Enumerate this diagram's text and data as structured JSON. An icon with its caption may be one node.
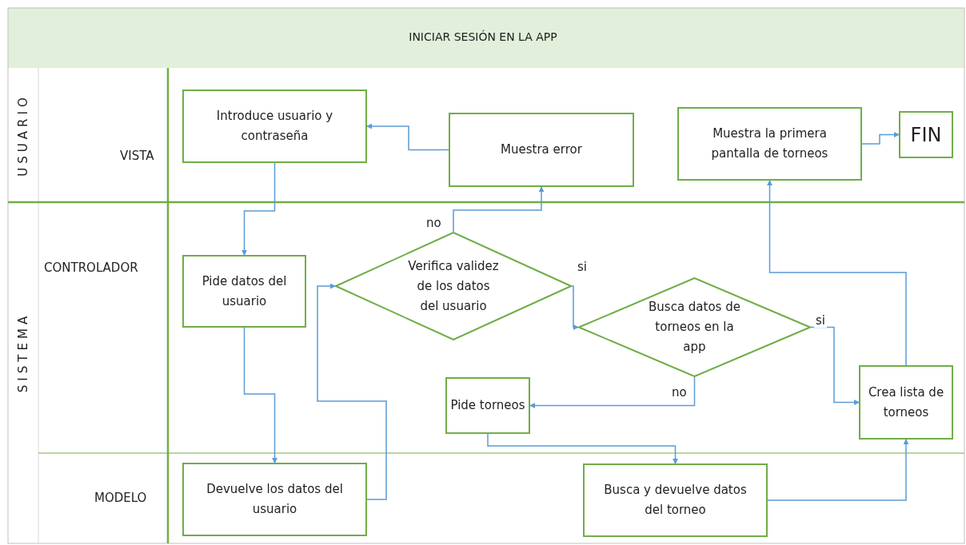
{
  "diagram": {
    "title": "INICIAR SESIÓN EN LA APP",
    "nodes": [
      {
        "text": [
          "Introduce usuario y contraseña"
        ]
      },
      {
        "text": [
          "Muestra error"
        ]
      },
      {
        "text": [
          "Muestra la primera pantalla de torneos"
        ]
      },
      {
        "text": [
          "FIN"
        ]
      },
      {
        "text": [
          "Pide datos del usuario"
        ]
      },
      {
        "text": [
          "Verifica validez de los datos del usuario"
        ]
      },
      {
        "text": [
          "Busca datos de torneos en la app"
        ]
      },
      {
        "text": [
          "Pide torneos"
        ]
      },
      {
        "text": [
          "Crea lista de torneos"
        ]
      },
      {
        "text": [
          "Devuelve los datos del usuario"
        ]
      },
      {
        "text": [
          "Busca y devuelve datos del torneo"
        ]
      }
    ],
    "edges": [
      {
        "from": 0,
        "to": 4,
        "arrow": "to"
      },
      {
        "from": 4,
        "to": 9,
        "arrow": "to"
      },
      {
        "from": 9,
        "to": 5,
        "arrow": "to"
      },
      {
        "from": 5,
        "to": 1,
        "arrow": "to",
        "label": "no"
      },
      {
        "from": 1,
        "to": 0,
        "arrow": "to"
      },
      {
        "from": 5,
        "to": 6,
        "arrow": "to",
        "label": "si"
      },
      {
        "from": 6,
        "to": 8,
        "arrow": "to",
        "label": "si"
      },
      {
        "from": 6,
        "to": 7,
        "arrow": "to",
        "label": "no"
      },
      {
        "from": 7,
        "to": 10,
        "arrow": "to"
      },
      {
        "from": 10,
        "to": 8,
        "arrow": "to"
      },
      {
        "from": 8,
        "to": 2,
        "arrow": "to"
      },
      {
        "from": 2,
        "to": 3,
        "arrow": "to"
      }
    ],
    "labels": [
      "USUARIO",
      "SISTEMA",
      "VISTA",
      "CONTROLADOR",
      "MODELO"
    ]
  }
}
